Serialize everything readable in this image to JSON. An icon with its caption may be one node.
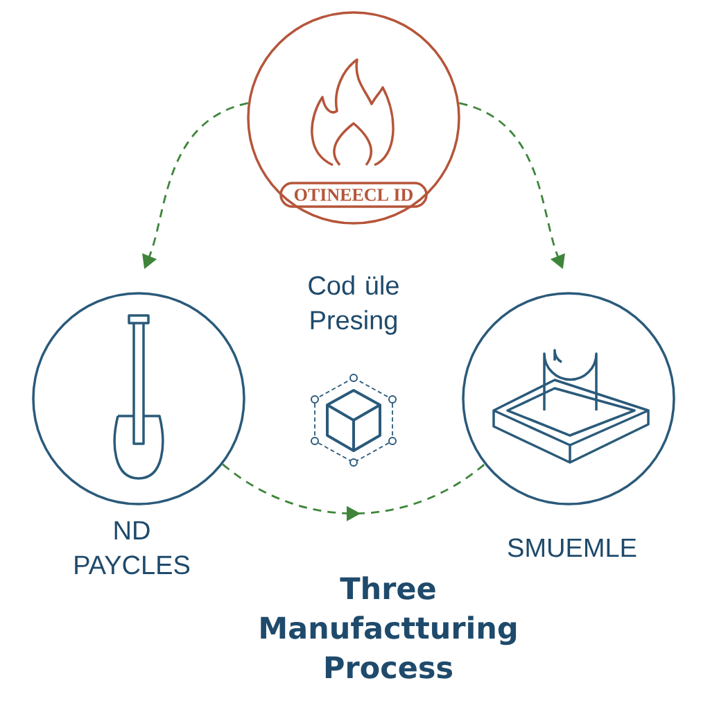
{
  "diagram": {
    "title": "Three Manufactturing Process",
    "nodes": [
      {
        "text": [
          "OTINEECL ID",
          "Cod üle Presing"
        ]
      },
      {
        "text": [
          "ND PAYCLES"
        ]
      },
      {
        "text": [
          "SMUEMLE"
        ]
      }
    ],
    "edges": [
      {
        "from": 0,
        "to": 1,
        "arrow": "to",
        "style": "dashed"
      },
      {
        "from": 0,
        "to": 2,
        "arrow": "to",
        "style": "dashed"
      },
      {
        "from": 1,
        "to": 2,
        "arrow": "to",
        "style": "dashed"
      }
    ]
  }
}
